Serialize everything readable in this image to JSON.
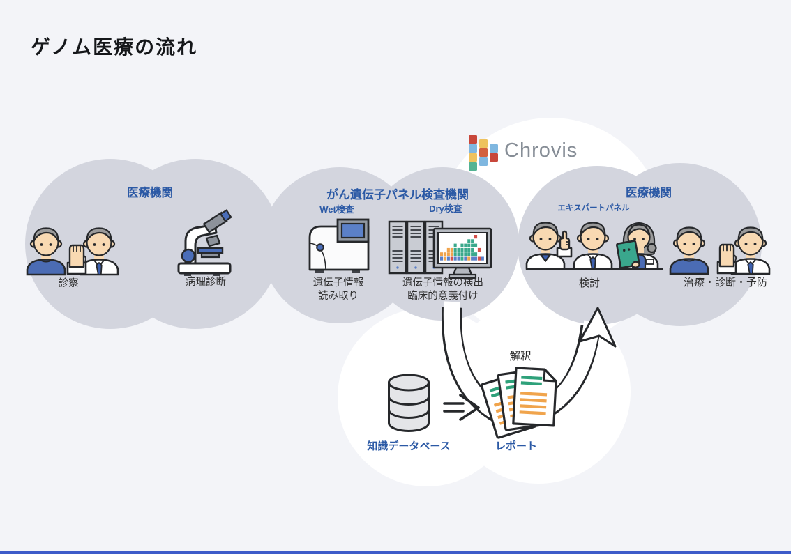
{
  "title": "ゲノム医療の流れ",
  "brand": {
    "name": "Chrovis",
    "logo_columns": [
      {
        "x": 0,
        "squares": [
          [
            "red",
            0
          ],
          [
            "sky",
            13
          ],
          [
            "amber",
            26
          ],
          [
            "teal",
            39
          ]
        ]
      },
      {
        "x": 15,
        "squares": [
          [
            "amber",
            6
          ],
          [
            "orange",
            19
          ],
          [
            "sky",
            32
          ]
        ]
      },
      {
        "x": 30,
        "squares": [
          [
            "sky",
            13
          ],
          [
            "red",
            26
          ]
        ]
      }
    ]
  },
  "clusters": {
    "left": {
      "title": "医療機関",
      "items": [
        {
          "label": "診察"
        },
        {
          "label": "病理診断"
        }
      ]
    },
    "middle": {
      "title": "がん遺伝子パネル検査機関",
      "wet": {
        "tag": "Wet検査",
        "caption": "遺伝子情報\n読み取り"
      },
      "dry": {
        "tag": "Dry検査",
        "caption": "遺伝子情報の検出\n臨床的意義付け"
      }
    },
    "right": {
      "title": "医療機関",
      "subtitle": "エキスパートパネル",
      "items": [
        {
          "label": "検討"
        },
        {
          "label": "治療・診断・予防"
        }
      ]
    }
  },
  "flow": {
    "interpretation": "解釈",
    "knowledge_db": "知識データベース",
    "report": "レポート"
  },
  "dry_monitor": {
    "rows": [
      "..........R..",
      "........TT...",
      "....T.TTTTT..",
      "..OOTTTTTT.R.",
      "OOOOTTTTTTT..",
      "BOBRBBTBOBBRB"
    ]
  },
  "colors": {
    "background": "#f3f4f8",
    "cloud_white": "#ffffff",
    "circle_gray": "#d3d5de",
    "accent_blue": "#2b59a5",
    "text_dark": "#2e2e2e",
    "brand_text": "#868d96",
    "outline": "#26282b",
    "footer_blue": "#3d5bc9",
    "report_green": "#2ea17a",
    "report_orange": "#f0a44c",
    "person_skin": "#f8d9b2",
    "person_hair": "#9a9a9a",
    "shirt_blue": "#4b6cb4",
    "tie_blue": "#3c5fae",
    "clipboard_teal": "#3aa78d",
    "machine_screen_blue": "#5b80c8",
    "machine_gray": "#c9ccd3",
    "monitor_gray": "#b5b9c0",
    "device_blue": "#4a6db8",
    "logo": {
      "red": "#c8473b",
      "sky": "#7fb7e0",
      "amber": "#eec25e",
      "orange": "#d2603e",
      "teal": "#54b393"
    },
    "heatmap": {
      "T": "#3aa98c",
      "O": "#f0a44c",
      "R": "#d4504a",
      "B": "#5b80c8"
    }
  }
}
